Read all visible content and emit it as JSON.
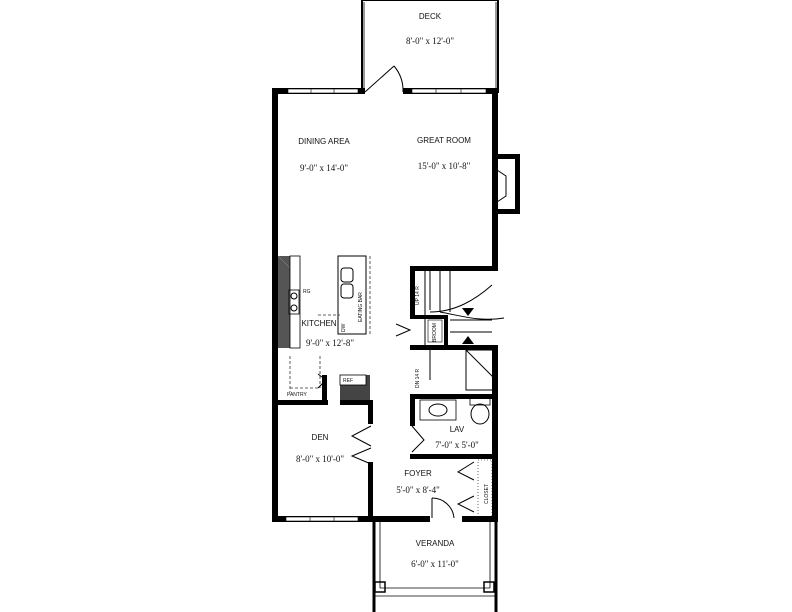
{
  "rooms": {
    "deck": {
      "name": "DECK",
      "dims": "8'-0\" x 12'-0\""
    },
    "dining": {
      "name": "DINING AREA",
      "dims": "9'-0\" x 14'-0\""
    },
    "great_room": {
      "name": "GREAT ROOM",
      "dims": "15'-0\" x 10'-8\""
    },
    "kitchen": {
      "name": "KITCHEN",
      "dims": "9'-0\" x 12'-8\""
    },
    "pantry": {
      "name": "PANTRY"
    },
    "den": {
      "name": "DEN",
      "dims": "8'-0\" x 10'-0\""
    },
    "lav": {
      "name": "LAV",
      "dims": "7'-0\" x 5'-0\""
    },
    "foyer": {
      "name": "FOYER",
      "dims": "5'-0\" x 8'-4\""
    },
    "veranda": {
      "name": "VERANDA",
      "dims": "6'-0\" x 11'-0\""
    }
  },
  "fixtures": {
    "ref": "REF",
    "rg": "RG",
    "dw": "DW",
    "eating_bar": "EATING BAR",
    "broom": "BROOM",
    "closet": "CLOSET",
    "up": "UP 14 R",
    "dn": "DN 14 R"
  }
}
